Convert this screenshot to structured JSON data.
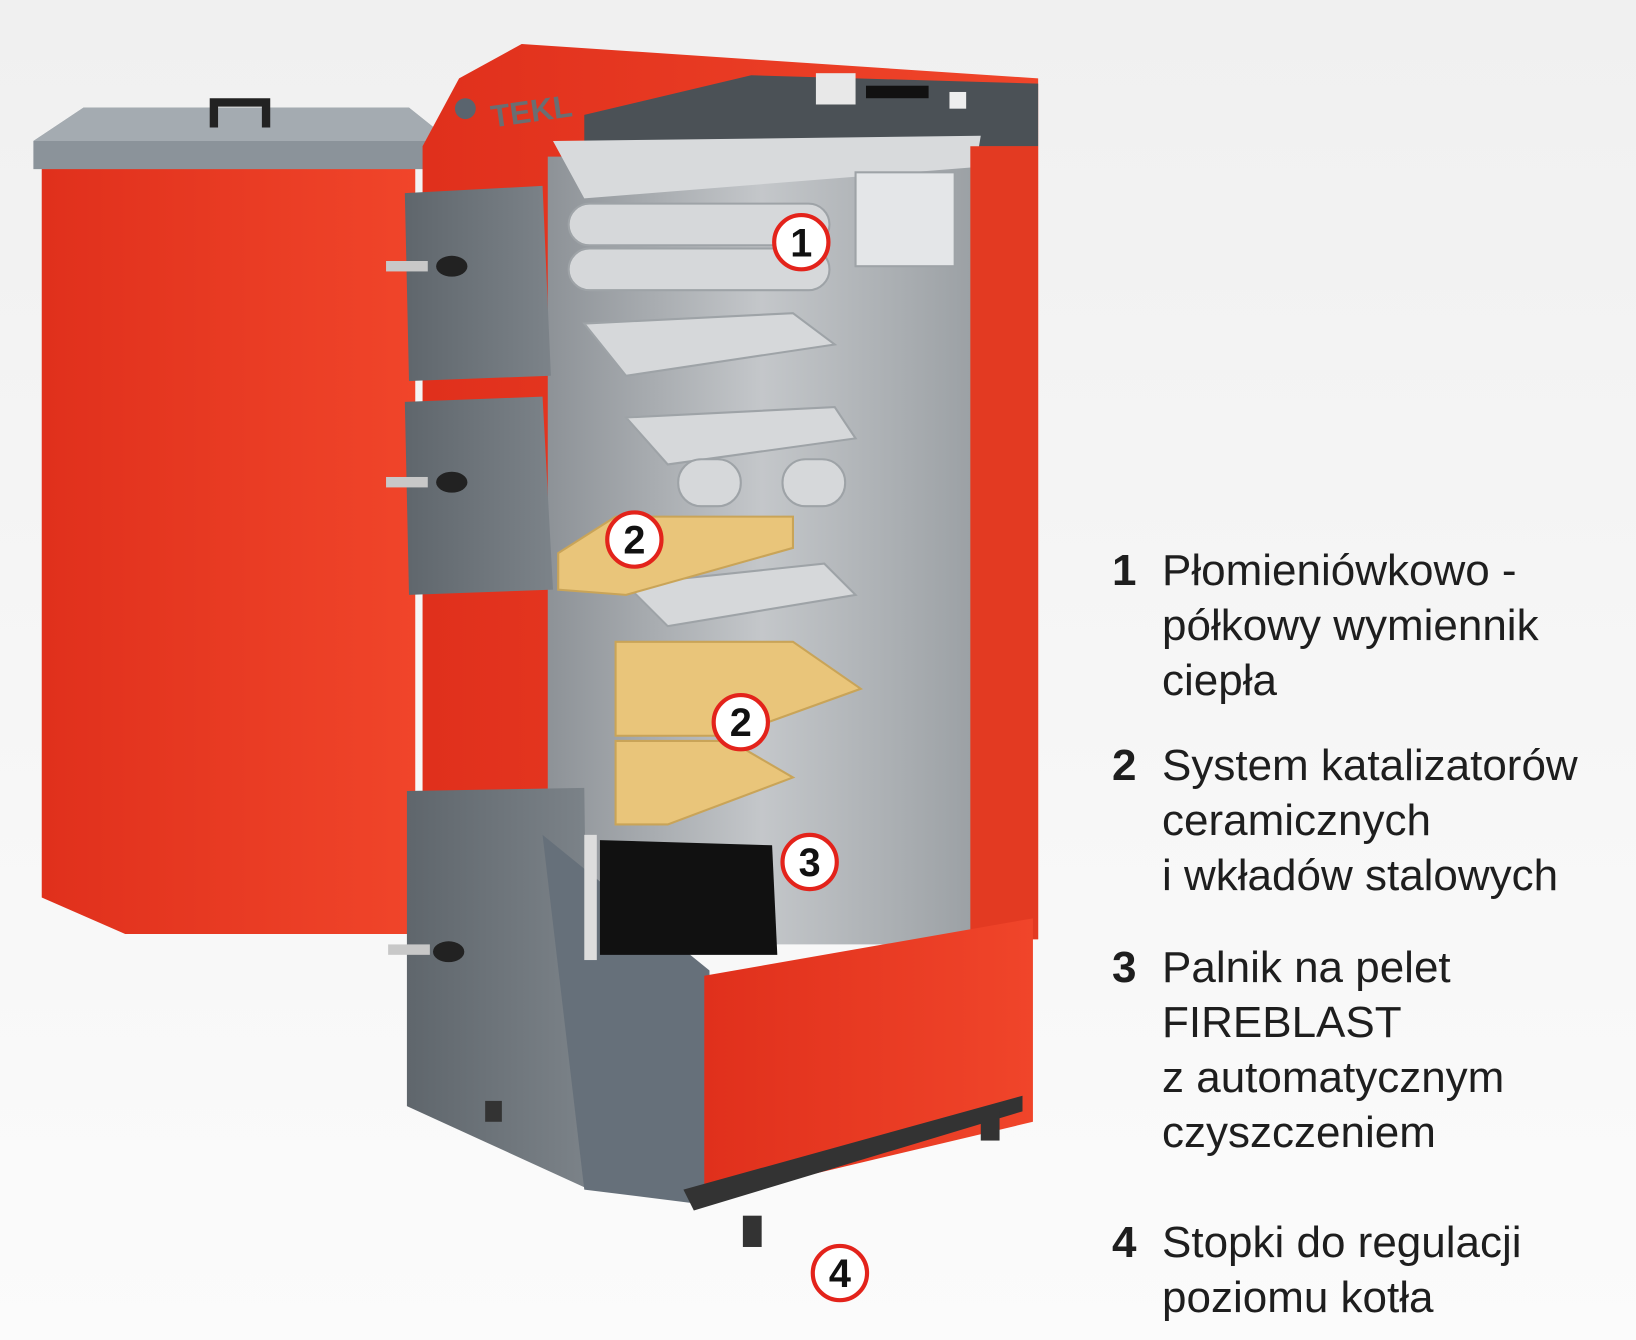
{
  "colors": {
    "red": "#e8321e",
    "grey": "#6f777d",
    "light_grey": "#c9ccd0",
    "ceramic": "#e9c57a",
    "marker_ring": "#e3231b"
  },
  "logo_text": "TEKL",
  "markers": [
    "1",
    "2",
    "2",
    "3",
    "4"
  ],
  "legend": [
    {
      "number": "1",
      "text": "Płomieniówkowo -\npółkowy wymiennik\nciepła"
    },
    {
      "number": "2",
      "text": "System katalizatorów\nceramicznych\ni wkładów stalowych"
    },
    {
      "number": "3",
      "text": "Palnik na pelet\nFIREBLAST\nz automatycznym\nczyszczeniem"
    },
    {
      "number": "4",
      "text": "Stopki do regulacji\npoziomu kotła"
    }
  ]
}
